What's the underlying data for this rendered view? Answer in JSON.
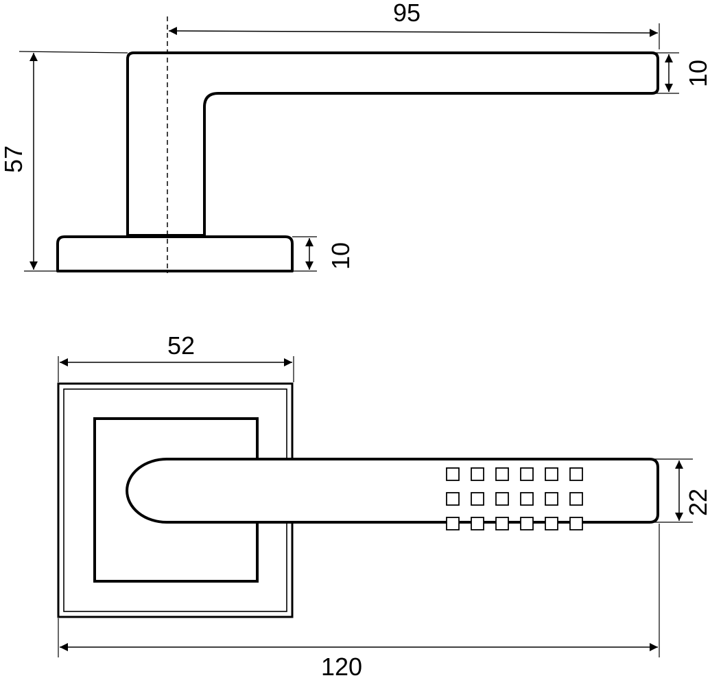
{
  "dimensions": {
    "side_lever_length": "95",
    "side_lever_thickness": "10",
    "side_total_height": "57",
    "side_rose_thickness": "10",
    "plan_rose_width": "52",
    "plan_lever_width": "22",
    "plan_total_length": "120"
  },
  "grip_pattern": {
    "rows": 3,
    "cols": 6
  },
  "colors": {
    "line": "#000000",
    "background": "#ffffff"
  }
}
